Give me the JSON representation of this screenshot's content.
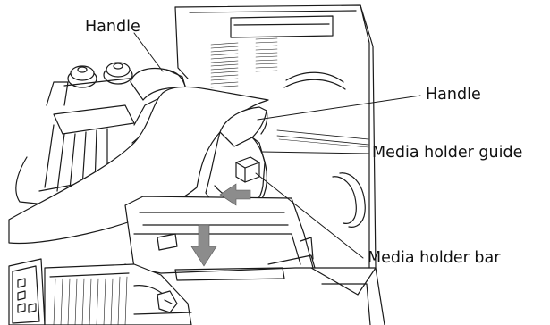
{
  "labels": {
    "handle_left": "Handle",
    "handle_right": "Handle",
    "media_holder_guide": "Media holder guide",
    "media_holder_bar": "Media holder bar"
  },
  "colors": {
    "line": "#1a1a1a",
    "arrow_fill": "#8c8c8c",
    "background": "#ffffff"
  },
  "icons": {
    "insertion_arrow_left": "arrow-left-icon",
    "insertion_arrow_down": "arrow-down-icon"
  }
}
